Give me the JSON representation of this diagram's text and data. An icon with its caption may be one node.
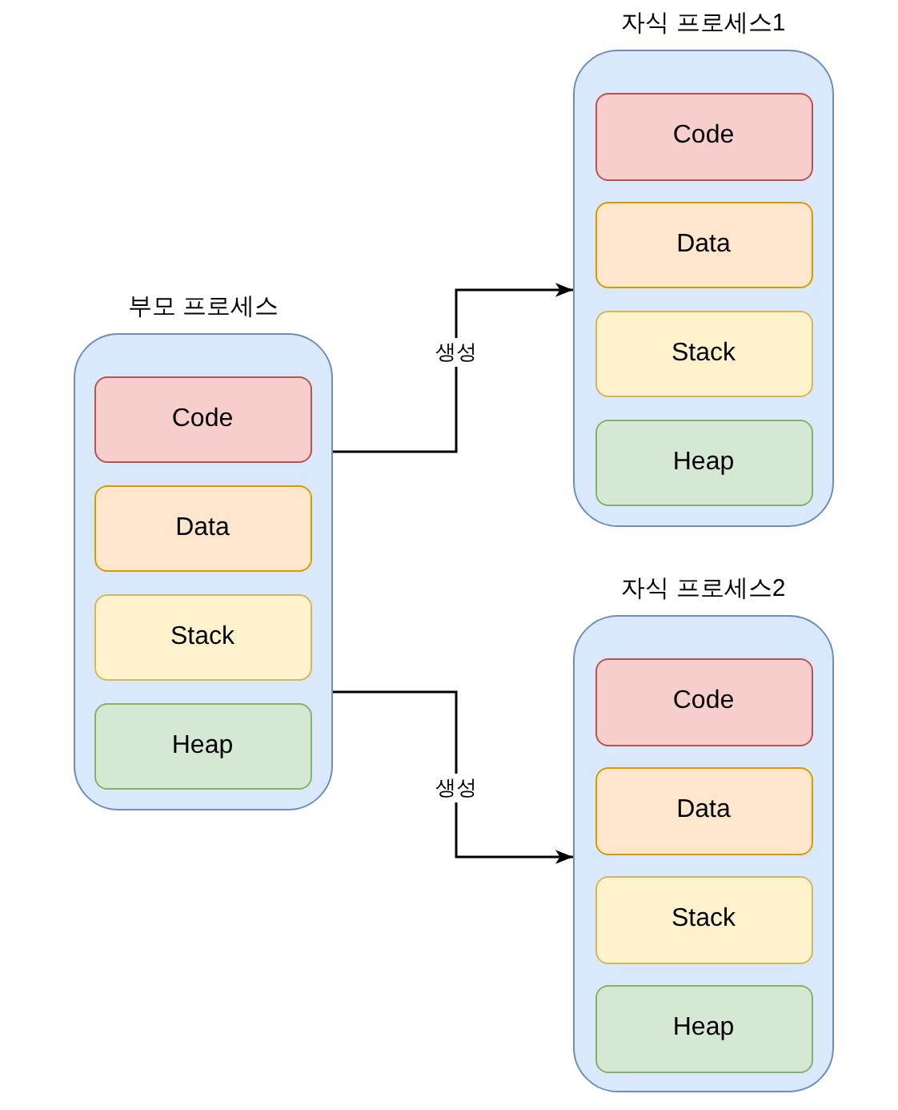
{
  "diagram": {
    "nodes": [
      {
        "text": [
          "부모 프로세스"
        ]
      },
      {
        "text": [
          "Code"
        ],
        "in": 0
      },
      {
        "text": [
          "Data"
        ],
        "in": 0
      },
      {
        "text": [
          "Stack"
        ],
        "in": 0
      },
      {
        "text": [
          "Heap"
        ],
        "in": 0
      },
      {
        "text": [
          "자식 프로세스1"
        ]
      },
      {
        "text": [
          "Code"
        ],
        "in": 5
      },
      {
        "text": [
          "Data"
        ],
        "in": 5
      },
      {
        "text": [
          "Stack"
        ],
        "in": 5
      },
      {
        "text": [
          "Heap"
        ],
        "in": 5
      },
      {
        "text": [
          "자식 프로세스2"
        ]
      },
      {
        "text": [
          "Code"
        ],
        "in": 10
      },
      {
        "text": [
          "Data"
        ],
        "in": 10
      },
      {
        "text": [
          "Stack"
        ],
        "in": 10
      },
      {
        "text": [
          "Heap"
        ],
        "in": 10
      }
    ],
    "edges": [
      {
        "from": 0,
        "to": 5,
        "arrow": "to",
        "label": "생성"
      },
      {
        "from": 0,
        "to": 10,
        "arrow": "to",
        "label": "생성"
      }
    ]
  }
}
